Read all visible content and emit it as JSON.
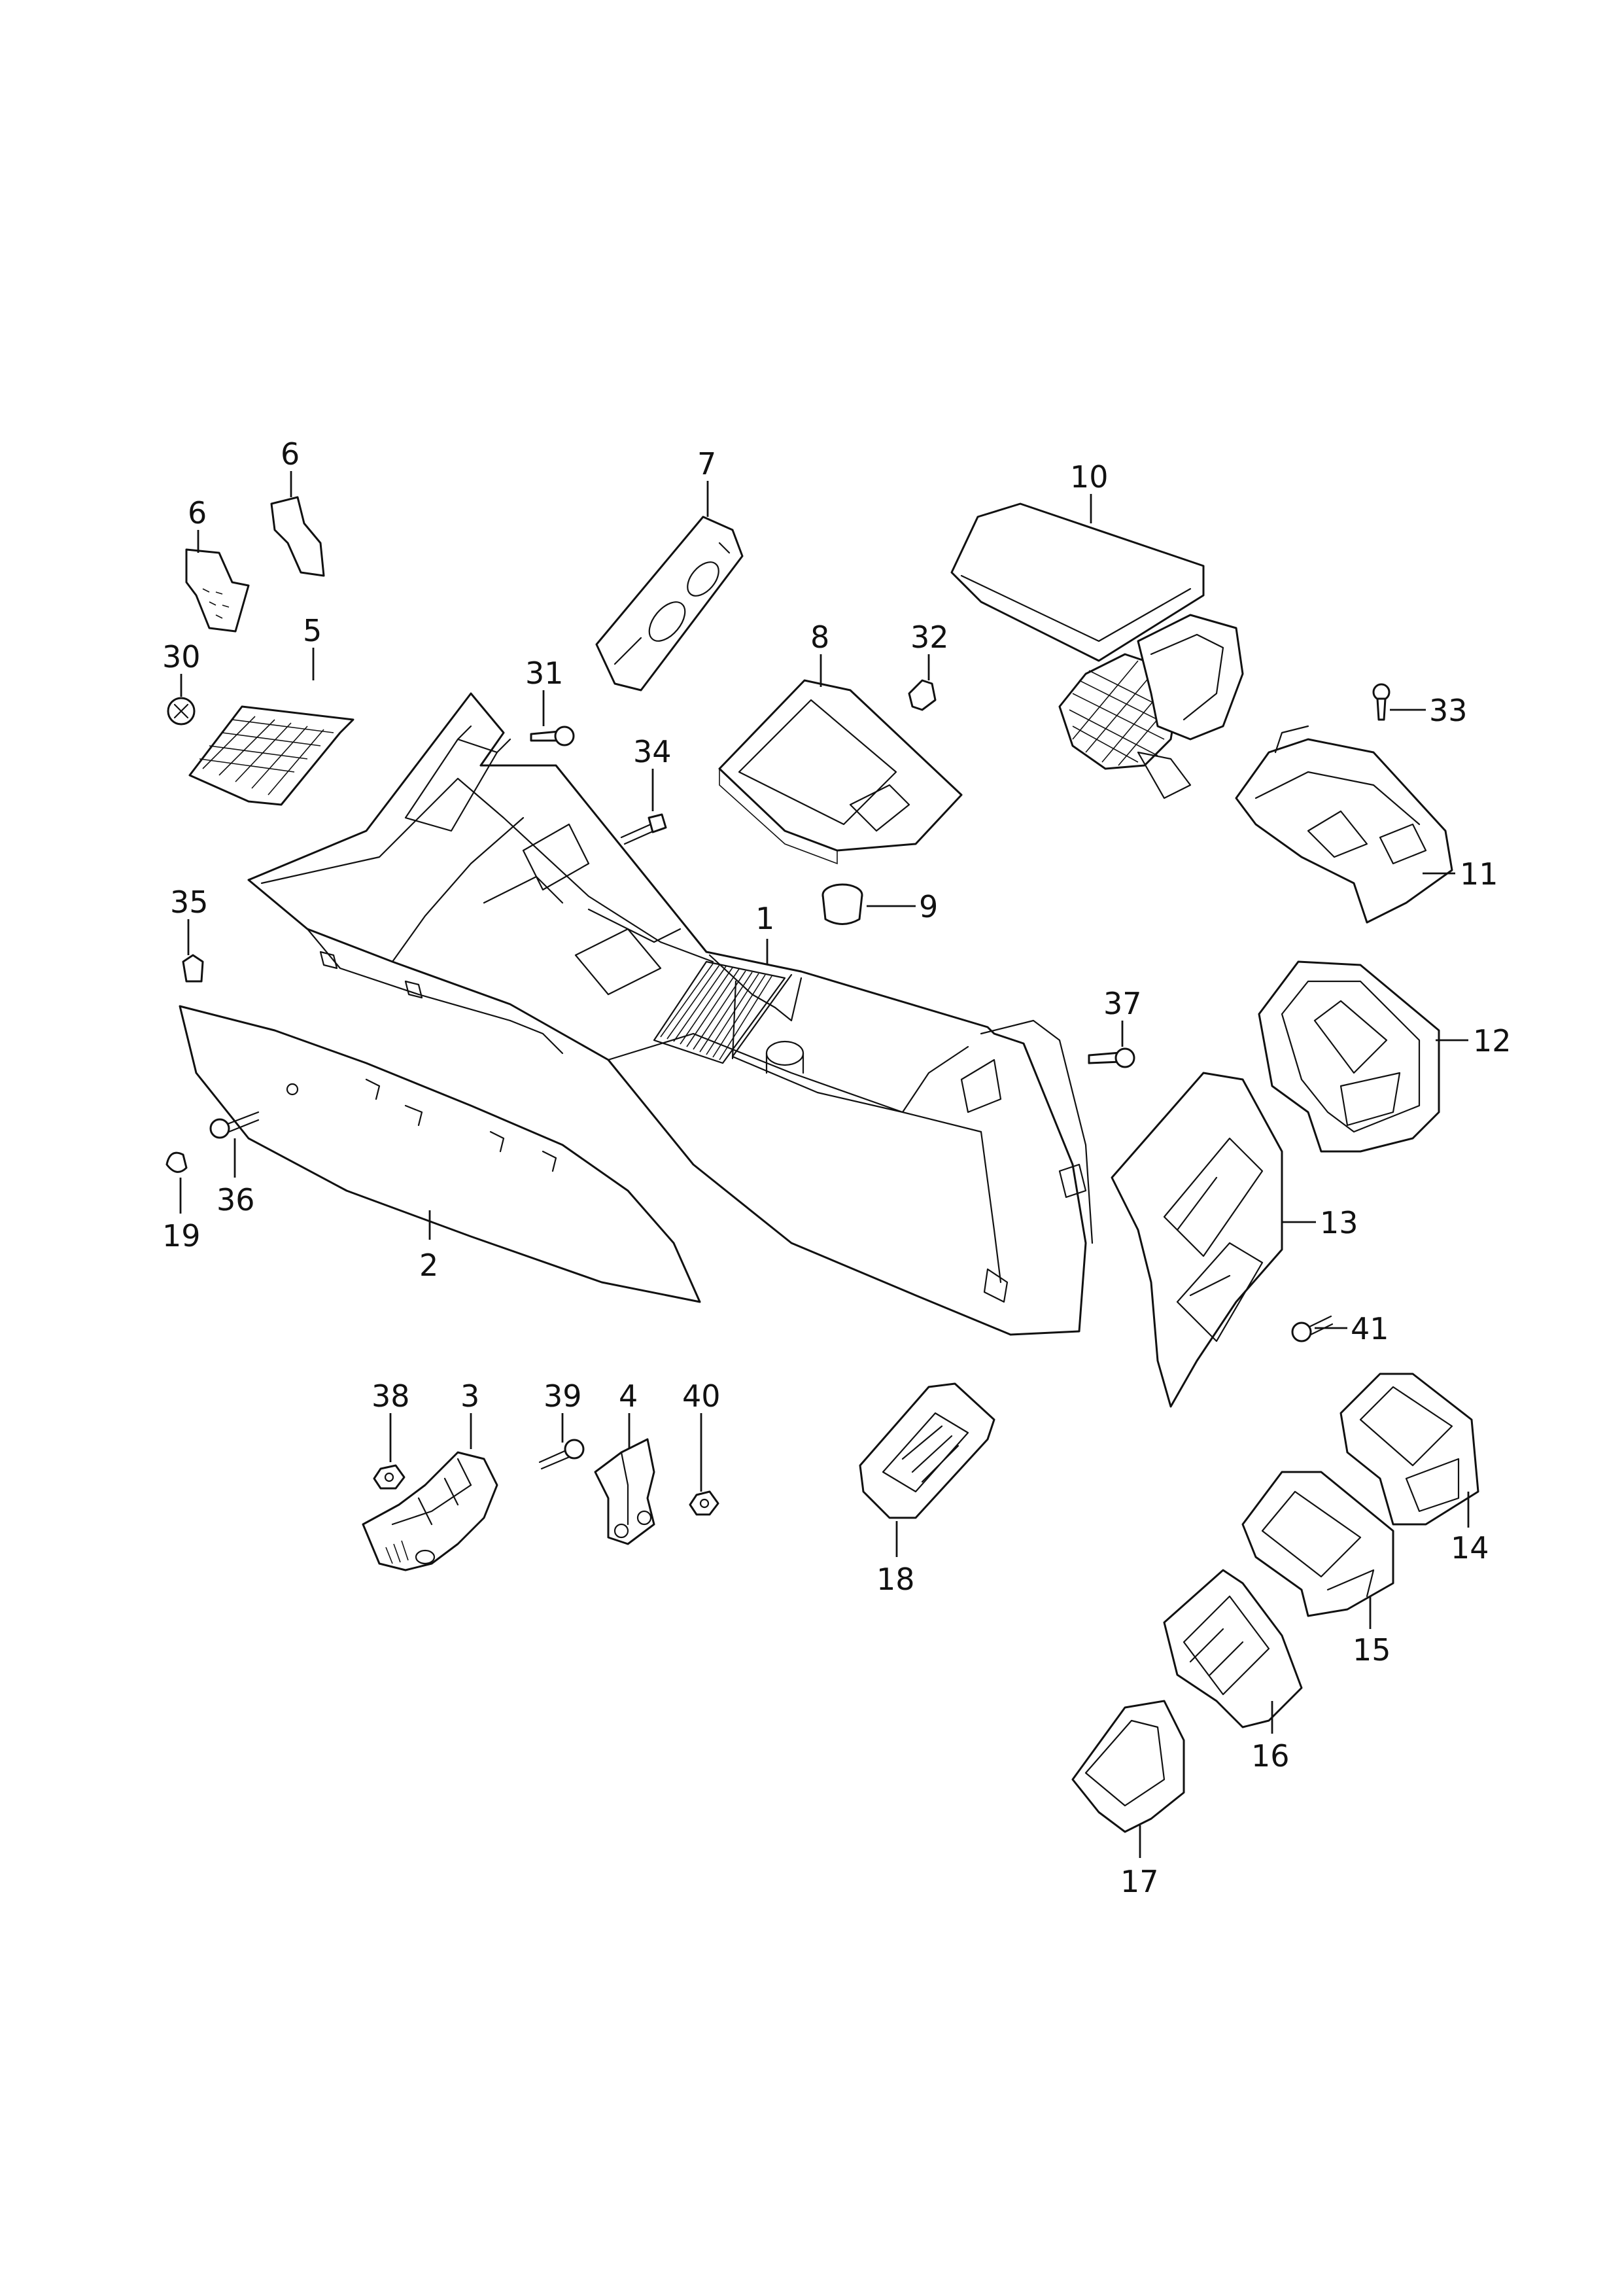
{
  "callouts": [
    {
      "n": "1"
    },
    {
      "n": "2"
    },
    {
      "n": "3"
    },
    {
      "n": "4"
    },
    {
      "n": "5"
    },
    {
      "n": "6"
    },
    {
      "n": "6"
    },
    {
      "n": "7"
    },
    {
      "n": "8"
    },
    {
      "n": "9"
    },
    {
      "n": "10"
    },
    {
      "n": "11"
    },
    {
      "n": "12"
    },
    {
      "n": "13"
    },
    {
      "n": "14"
    },
    {
      "n": "15"
    },
    {
      "n": "16"
    },
    {
      "n": "17"
    },
    {
      "n": "18"
    },
    {
      "n": "19"
    },
    {
      "n": "30"
    },
    {
      "n": "31"
    },
    {
      "n": "32"
    },
    {
      "n": "33"
    },
    {
      "n": "34"
    },
    {
      "n": "35"
    },
    {
      "n": "36"
    },
    {
      "n": "37"
    },
    {
      "n": "38"
    },
    {
      "n": "39"
    },
    {
      "n": "40"
    },
    {
      "n": "41"
    }
  ],
  "colors": {
    "line": "#111111",
    "background": "#ffffff"
  }
}
